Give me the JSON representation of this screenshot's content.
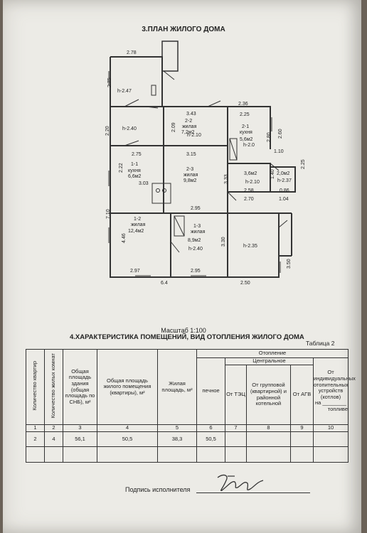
{
  "plan": {
    "title": "3.ПЛАН ЖИЛОГО ДОМА",
    "dims": {
      "d278": "2.78",
      "d275": "2.75",
      "h247": "h-2.47",
      "d236": "2.36",
      "d343": "3.43",
      "d225": "2.25",
      "d220": "2.20",
      "h240a": "h-2.40",
      "d209": "2.09",
      "d280": "2.80",
      "d260": "2.60",
      "d110": "1.10",
      "d275b": "2.75",
      "d315": "3.15",
      "d222": "2.22",
      "d303": "3.03",
      "d333": "3.33",
      "d140": "1.40",
      "d258": "2.58",
      "d086": "0.86",
      "d270": "2.70",
      "d104": "1.04",
      "d225b": "2.25",
      "d295a": "2.95",
      "d710": "7.10",
      "d446": "4.46",
      "d330": "3.30",
      "d297": "2.97",
      "d295b": "2.95",
      "d350": "3.50",
      "d64": "6.4",
      "d250": "2.50",
      "h235": "h-2.35",
      "h240b": "h-2.40",
      "h210": "h-2.10"
    },
    "rooms": {
      "r22_no": "2-2",
      "r22_type": "жилая",
      "r22_area": "7,2м2",
      "r22_h": "h-2.10",
      "r21_no": "2-1",
      "r21_type": "кухня",
      "r21_area": "5,6м2",
      "r21_h": "h-2.0",
      "r11_no": "1-1",
      "r11_type": "кухня",
      "r11_area": "6,6м2",
      "r23_no": "2-3",
      "r23_type": "жилая",
      "r23_area": "9,8м2",
      "r36_area": "3,6м2",
      "r20_area": "2,0м2",
      "r20_h": "h-2.37",
      "r12_no": "1-2",
      "r12_type": "жилая",
      "r12_area": "12,4м2",
      "r13_no": "1-3",
      "r13_type": "жилая",
      "r13_area": "8,9м2"
    }
  },
  "scale": "Масштаб 1:100",
  "section4_title": "4.ХАРАКТЕРИСТИКА ПОМЕЩЕНИЙ, ВИД ОТОПЛЕНИЯ ЖИЛОГО ДОМА",
  "table_label": "Таблица 2",
  "table": {
    "h_apartments": "Количество квартир",
    "h_rooms": "Количество жилых комнат",
    "h_total": "Общая площадь здания (общая площадь по СНБ), м²",
    "h_living_total": "Общая площадь жилого помещения (квартиры), м²",
    "h_living": "Жилая площадь, м²",
    "h_heating": "Отопление",
    "h_stove": "печное",
    "h_central": "Центральное",
    "h_tec": "От ТЭЦ",
    "h_group": "От групповой (квартирной) и районной котельной",
    "h_agv": "От АГВ",
    "h_individual": "От индивидуальных отопительных устройств (котлов)",
    "h_on": "на",
    "h_fuel": "топливе",
    "nums": [
      "1",
      "2",
      "3",
      "4",
      "5",
      "6",
      "7",
      "8",
      "9",
      "10"
    ],
    "values": [
      "2",
      "4",
      "56,1",
      "50,5",
      "38,3",
      "50,5",
      "",
      "",
      "",
      ""
    ]
  },
  "signature_label": "Подпись исполнителя"
}
